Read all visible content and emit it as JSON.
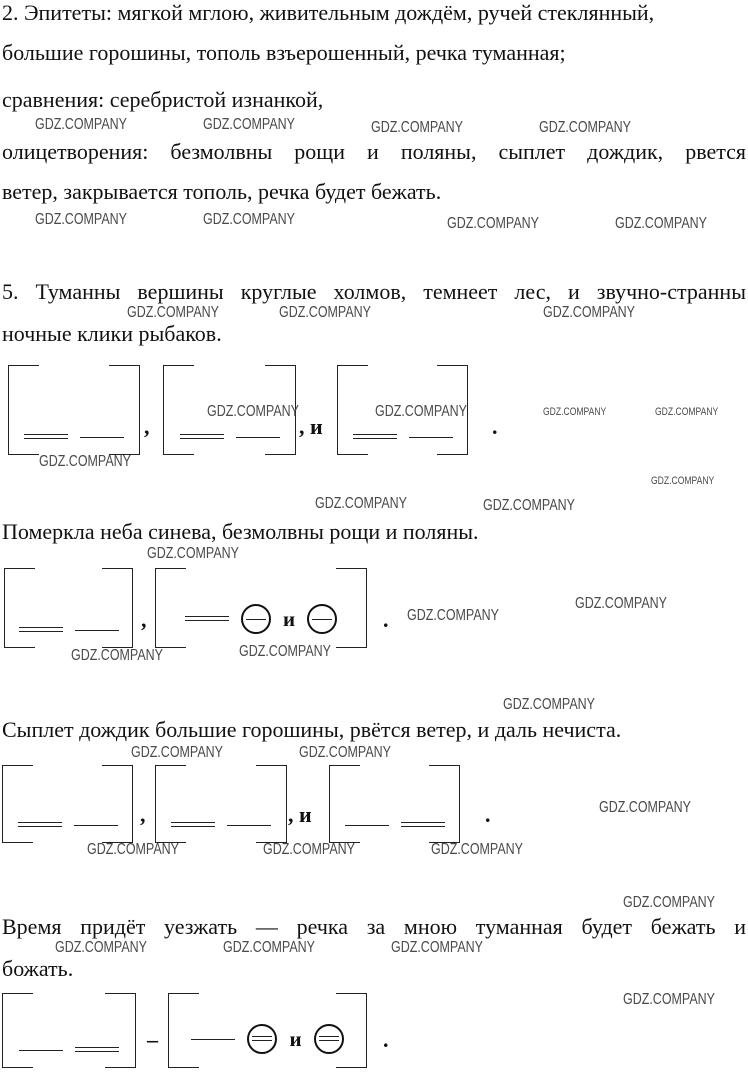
{
  "lines": [
    "2. Эпитеты: мягкой мглою, живительным дождём, ручей стеклянный,",
    "большие горошины, тополь взъерошенный, речка туманная;",
    "сравнения: серебристой изнанкой,",
    "олицетворения: безмолвны рощи и поляны, сыплет дождик, рвется",
    "ветер, закрывается тополь, речка будет бежать.",
    "5. Туманны вершины круглые холмов, темнеет лес, и звучно-странны",
    "ночные клики рыбаков.",
    "Померкла неба синева, безмолвны рощи и поляны.",
    "Сыплет дождик большие горошины, рвётся ветер, и даль нечиста.",
    "Время придёт уезжать — речка за мною туманная будет бежать и",
    "божать."
  ],
  "watermark": "GDZ.COMPANY",
  "diagrams": [
    {
      "parts": [
        {
          "type": "bracket",
          "items": [
            "double",
            "single"
          ]
        },
        {
          "type": "sep",
          "text": ","
        },
        {
          "type": "bracket",
          "items": [
            "double",
            "single"
          ]
        },
        {
          "type": "sep",
          "text": ", и"
        },
        {
          "type": "bracket",
          "items": [
            "double",
            "single"
          ]
        },
        {
          "type": "sep",
          "text": "."
        }
      ]
    },
    {
      "parts": [
        {
          "type": "bracket",
          "items": [
            "double",
            "single"
          ]
        },
        {
          "type": "sep",
          "text": ","
        },
        {
          "type": "bracket",
          "items": [
            "double",
            "circle-single",
            "и",
            "circle-single"
          ]
        },
        {
          "type": "sep",
          "text": "."
        }
      ]
    },
    {
      "parts": [
        {
          "type": "bracket",
          "items": [
            "double",
            "single"
          ]
        },
        {
          "type": "sep",
          "text": ","
        },
        {
          "type": "bracket",
          "items": [
            "double",
            "single"
          ]
        },
        {
          "type": "sep",
          "text": ", и"
        },
        {
          "type": "bracket",
          "items": [
            "single",
            "double"
          ]
        },
        {
          "type": "sep",
          "text": "."
        }
      ]
    },
    {
      "parts": [
        {
          "type": "bracket",
          "items": [
            "single",
            "double"
          ]
        },
        {
          "type": "sep",
          "text": "–"
        },
        {
          "type": "bracket",
          "items": [
            "single",
            "circle-double",
            "и",
            "circle-double"
          ]
        },
        {
          "type": "sep",
          "text": "."
        }
      ]
    }
  ]
}
